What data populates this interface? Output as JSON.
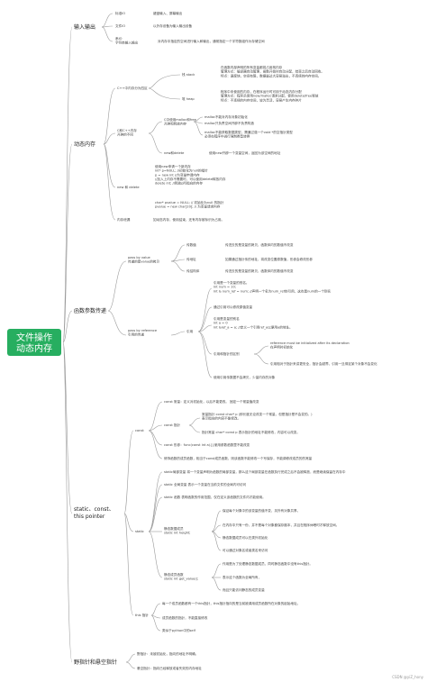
{
  "root": {
    "line1": "文件操作",
    "line2": "动态内存"
  },
  "sections": {
    "io": {
      "title": "输入输出",
      "items": [
        {
          "k": "标准IO",
          "v": "键盘输入、屏幕输出"
        },
        {
          "k": "文件IO",
          "v": "以外存设备为输入输出设备"
        },
        {
          "k": "串IO\n字符串输入输出",
          "v": "对内存中指定的空间进行输入和输出，通常指定一个字符数组作为存储空间"
        }
      ]
    },
    "dyn": {
      "title": "动态内存",
      "cpp_mem": {
        "title": "C++中内存分为四区",
        "stack": {
          "k": "栈 stack",
          "v": "在函数内部声明的所有变量都将占用栈内存\n管理方式：编译器自动管理，函数开始时自动分配，结束之后自动回收。\n特点：速度快，空间有限，数据量过大容易溢出，不连续的内存空间。"
        },
        "heap": {
          "k": "堆 heap",
          "v": "程序中未使用的内存，在程序运行时可用于动态内存分配\n管理方式：程序员使用new/malloc请求分配，使用delete/free释放\n特点：不连续的内存空间，较为灵活，容易产生内存碎片"
        }
      },
      "ccpp": {
        "title": "C和C++内存\n开辟的不同",
        "cm": {
          "k": "C中使用malloc和free\n开辟和释放内存",
          "items": [
            "malloc不能对内存对象初始化",
            "malloc只负责空间开辟不负责构造",
            "malloc不能获取数据类型，需通过强一个void *的空指针类型\n必须在程序中进行强制类型转换"
          ]
        },
        "cpp": {
          "k": "new和delete",
          "v": "使用new开辟一个变量空间，返回为该空间的地址"
        }
      },
      "nd": {
        "title": "new 和 delete",
        "code": "使用new申请一个新内存\nint* p=NULL; //初始化为null的指针\np = new int //为变量申请内存\n//加入上内存不需要时，可以使用delete释放内存\ndelete int;  //释放p所指向的内存",
        "code2": "char* pvalue  = NULL;  // 初始化为null 的指针\npvalue  = new char[20]; // 为变量请求内存"
      },
      "leak": {
        "k": "内存泄漏",
        "v": "如动态内存，使用结束，还有内存被标识为占用。"
      }
    },
    "param": {
      "title": "函数参数传递",
      "val": {
        "k": "pass by value\n传递的是value的拷贝",
        "items": [
          {
            "k": "传数值",
            "v": "传进去的是变量的拷贝，函数体内的数值不改变"
          },
          {
            "k": "传地址",
            "v": "如果通过指针传的地址，将改变位置原数值，形参会修改形参"
          },
          {
            "k": "传结构体",
            "v": "传进去的是变量的拷贝，函数体内的数值不改变"
          }
        ]
      },
      "ref": {
        "k": "pass by reference\n引用的传递",
        "quote": "引用",
        "items": [
          "引用是一个变量的别名。\nint num = 10;\nint & num_ref = num; //声明一个名为num_ref的引用，这也是num的一个别名",
          "通过引用可以修改原值变量",
          "引用是变量的别名\nint a = 0\nint &ref_a = a; //定义一个引用ref_a以便用a的地址。",
          "引用和指针的区别",
          "使用引用传数据不会拷贝，少量内存的对象"
        ],
        "diff": [
          "reference must be initialized after its declaration\n在声明时初始化",
          "引用相对于指针来讲更安全，指针会越界，引用一旦绑定某个对象不会变化"
        ]
      }
    },
    "scs": {
      "title": "static、const、\nthis pointer",
      "const": {
        "k": "const",
        "items": [
          "const 常量：定义对初始化，以后不能更改。           固定一个常量值改变",
          "const 指针",
          "const 形参：func(const int a){}使用参数函数里不能改变",
          "修饰函数的成员函数，相当于const成员函数，则该函数不能修改一个写保存，不能调修改成员的的常量"
        ],
        "ptr": [
          "常量指针 const char* p (即长度无论改变一个常量，但是指针是不会变的。)\n表示指向的内容不能修改。",
          "指针常量 char* const p 表示指针的地址不能修改，内容可以改变。"
        ]
      },
      "static": {
        "k": "static",
        "items": [
          "static局部变量 将一个变量声明为函数的局部变量，那么这个局部变量在函数执行完成之后不会被释放，而是继续保留在内存中",
          "static 全局变量 表示一个变量在当前文件的全局内可访问",
          "static 函数 表明函数的作用范围，仅在定义该函数的文件内才能使用。",
          "静态数据成员\nstatic int height;",
          "静态成员函数\nstatic int get_value();"
        ],
        "sdm": [
          "保证每个对象中的该变量的值不变，另外有对象共享。",
          "在内存中只有一份，并不是每个对象都保存副本，并且在程序休眠时才释放空间。",
          "静态数据成员可以在类外初始化",
          "可以通过对象名或者类名来访问"
        ],
        "sfm": [
          "作用是为了处理静态数据成员，同时静态函数中没有this指针。",
          "表示这个函数为全局所有，",
          "而且只能访问静态的成员变量"
        ]
      },
      "this": {
        "k": "this 指针",
        "items": [
          "每一个成员函数都有一个this指针，this指针指向的是当前被调用成员函数所在对象的起始地址。",
          "成员函数的指针，不能直接修改",
          "类似于python中的self"
        ]
      }
    },
    "wild": {
      "title": "野指针和悬空指针",
      "items": [
        "野指针：未被初始化，指向的地址不明确。",
        "悬空指针：指向已经释放或者失效的内存地址"
      ]
    }
  },
  "watermark": "CSDN @yiZ_hony"
}
